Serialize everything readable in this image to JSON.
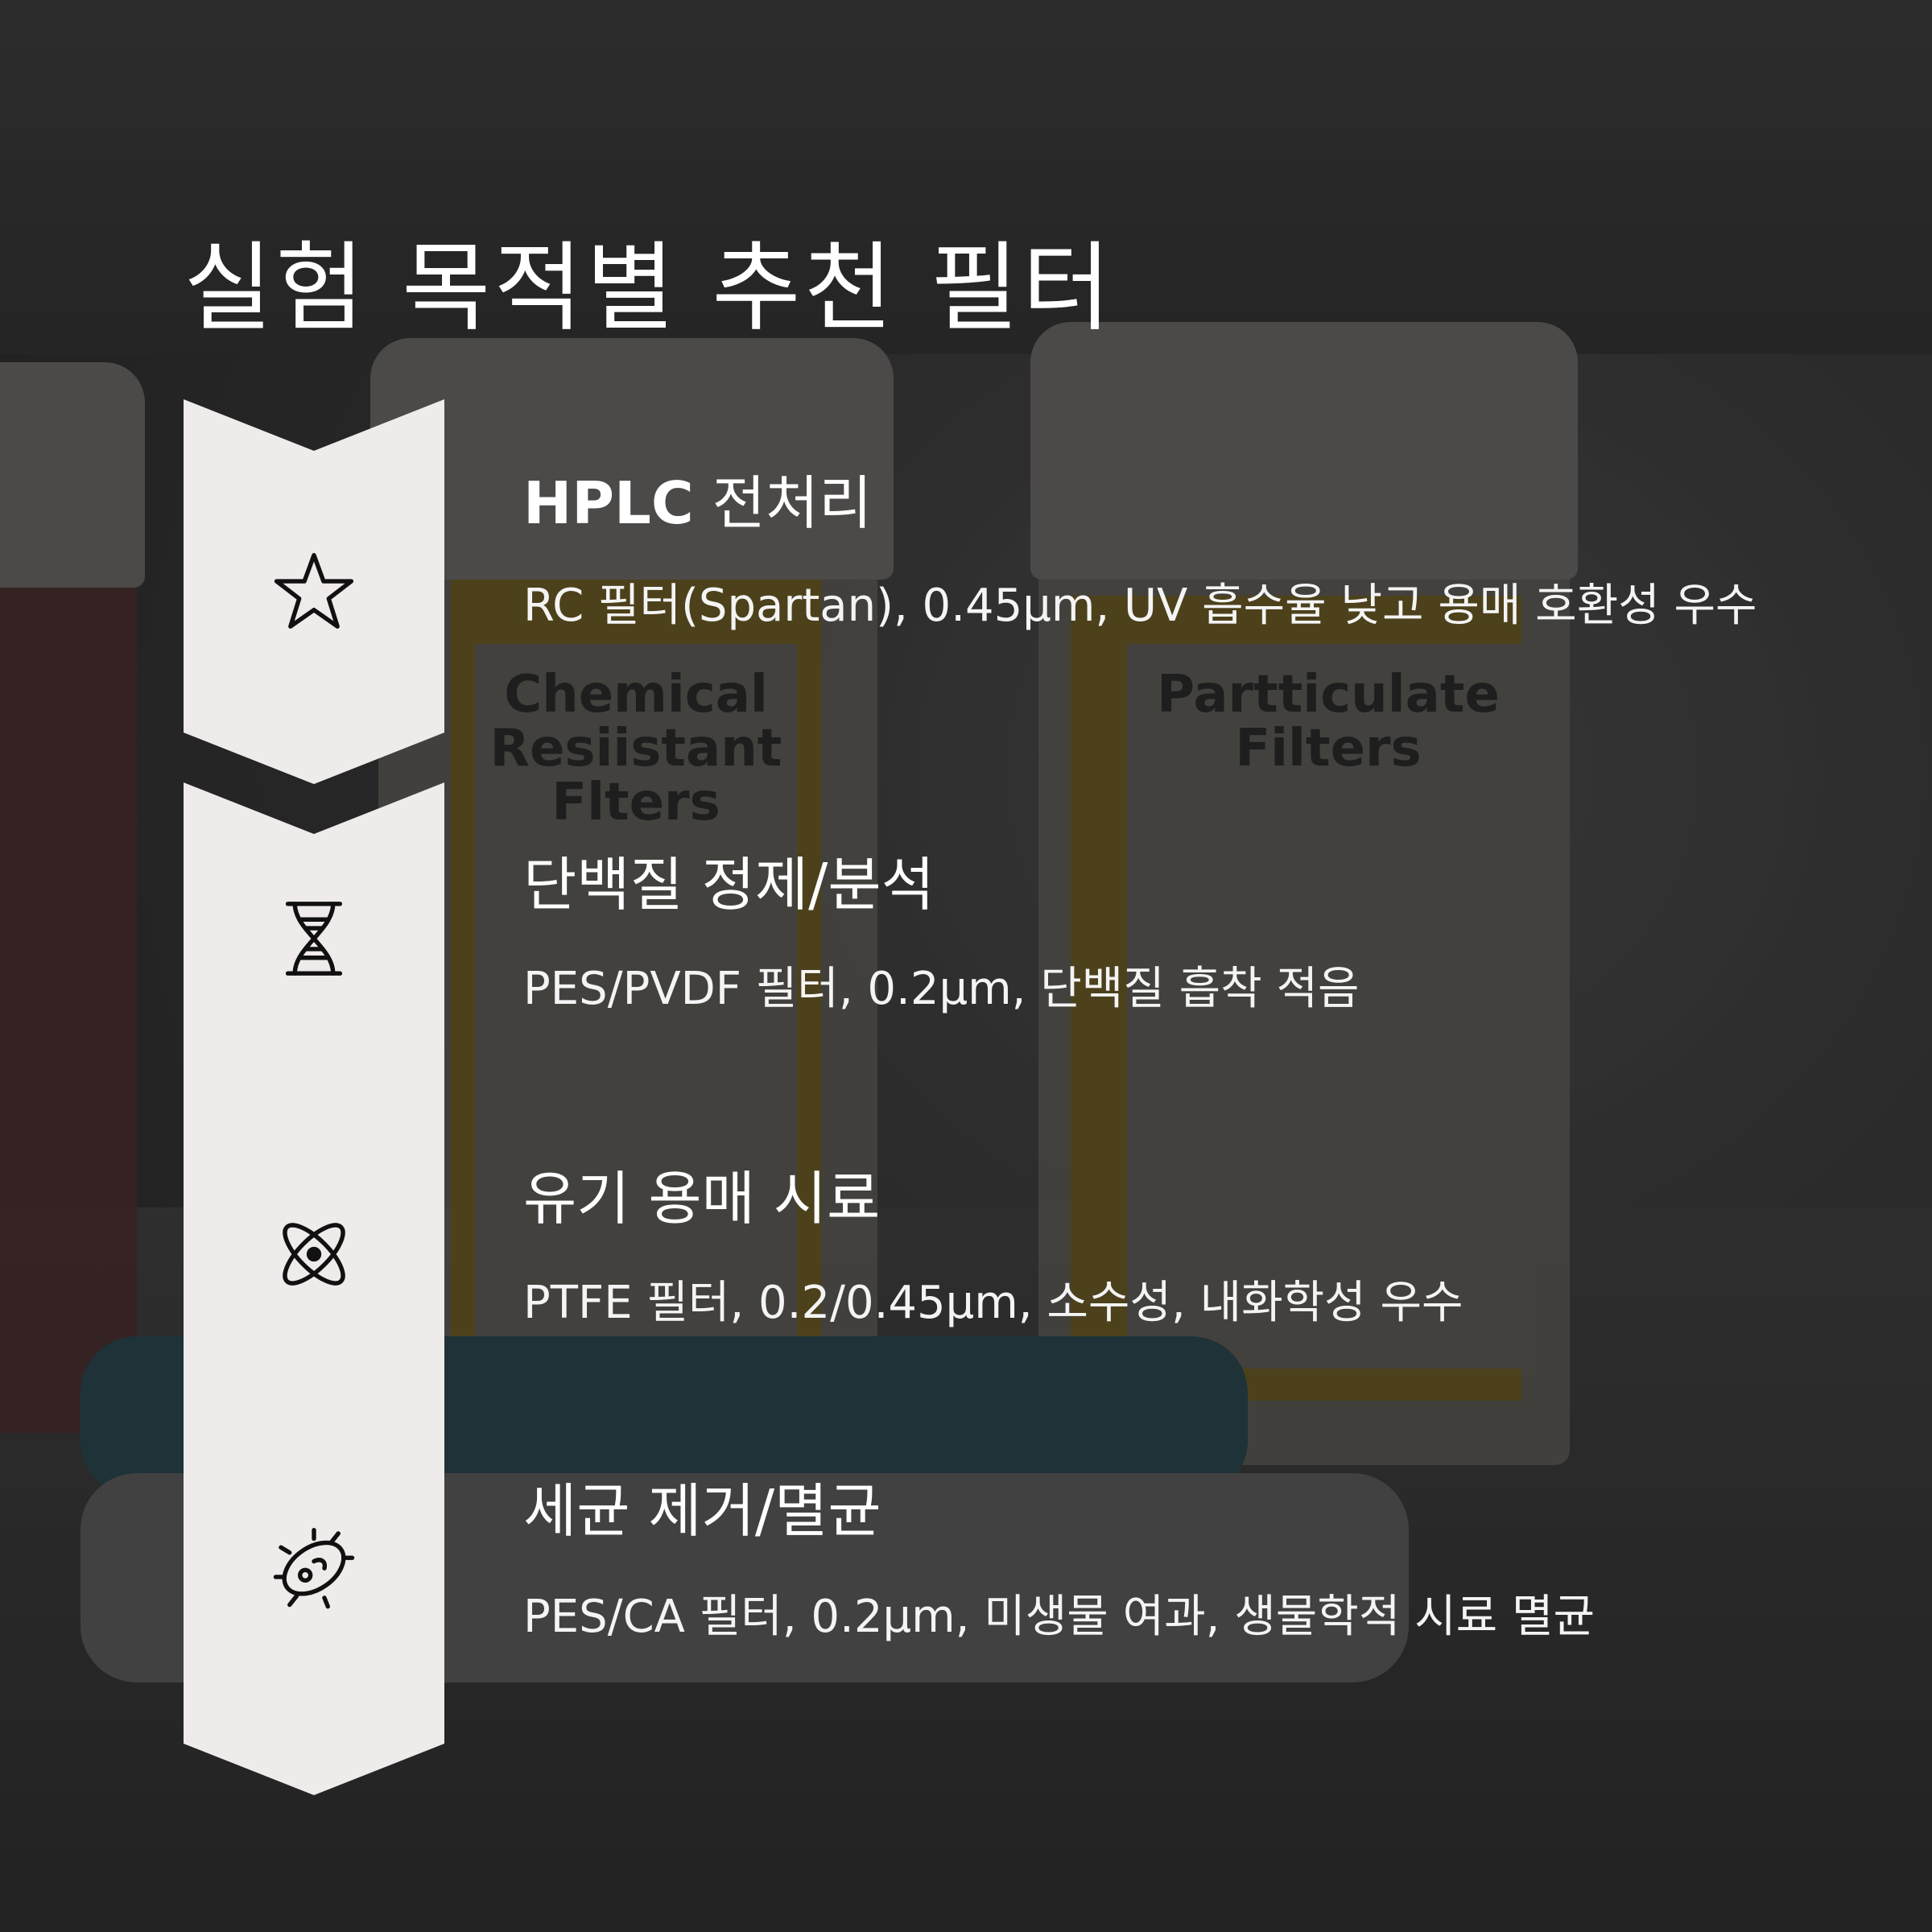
{
  "page": {
    "title": "실험 목적별 추천 필터",
    "accent_color": "#efebea",
    "text_color": "#ffffff"
  },
  "background": {
    "jar_labels": [
      "Chemical\nResiistant\nFlters",
      "Partticulate\nFilters"
    ]
  },
  "items": [
    {
      "icon": "star-icon",
      "title_bold": "HPLC",
      "title_rest": " 전처리",
      "description": "RC 필터(Spartan), 0.45μm, UV 흡수율 낮고 용매 호환성 우수"
    },
    {
      "icon": "dna-icon",
      "title_bold": "",
      "title_rest": "단백질 정제/분석",
      "description": "PES/PVDF 필터, 0.2μm, 단백질 흡착 적음"
    },
    {
      "icon": "atom-icon",
      "title_bold": "",
      "title_rest": "유기 용매 시료",
      "description": "PTFE 필터, 0.2/0.45μm, 소수성, 내화학성 우수"
    },
    {
      "icon": "bacteria-icon",
      "title_bold": "",
      "title_rest": "세균 제거/멸균",
      "description": "PES/CA 필터, 0.2μm, 미생물 여과, 생물학적 시료 멸균"
    }
  ]
}
